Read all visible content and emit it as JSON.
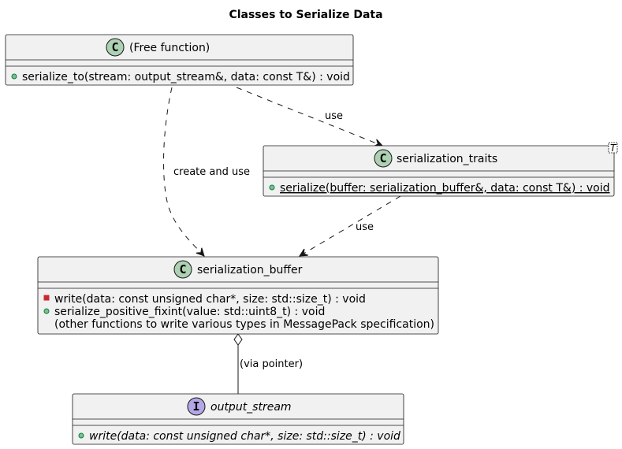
{
  "diagram": {
    "title": "Classes to Serialize Data",
    "colors": {
      "box_fill": "#f1f1f1",
      "box_stroke": "#181818",
      "class_badge": "#add1b2",
      "interface_badge": "#b4a7e5",
      "public_marker": "#84be84",
      "private_marker": "#c82930"
    },
    "classes": {
      "free_function": {
        "name": "(Free function)",
        "badge": "C",
        "methods": [
          "serialize_to(stream: output_stream&, data: const T&) : void"
        ]
      },
      "serialization_traits": {
        "name": "serialization_traits",
        "badge": "C",
        "template_param": "T",
        "methods": [
          "serialize(buffer: serialization_buffer&, data: const T&) : void"
        ]
      },
      "serialization_buffer": {
        "name": "serialization_buffer",
        "badge": "C",
        "methods": [
          "write(data: const unsigned char*, size: std::size_t) : void",
          "serialize_positive_fixint(value: std::uint8_t) : void",
          "(other functions to write various types in MessagePack specification)"
        ]
      },
      "output_stream": {
        "name": "output_stream",
        "badge": "I",
        "methods": [
          "write(data: const unsigned char*, size: std::size_t) : void"
        ]
      }
    },
    "edges": {
      "free_to_traits": "use",
      "free_to_buffer": "create and use",
      "traits_to_buffer": "use",
      "buffer_to_stream": "(via pointer)"
    }
  }
}
